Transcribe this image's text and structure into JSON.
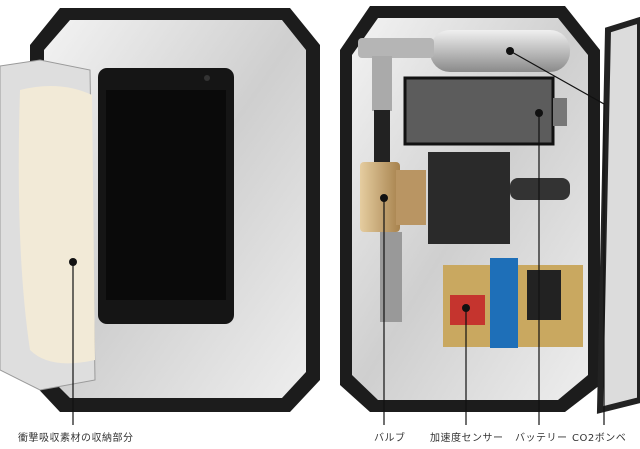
{
  "labels": {
    "storage": "衝撃吸収素材の収納部分",
    "valve": "バルブ",
    "sensor": "加速度センサー",
    "battery": "バッテリー",
    "co2": "CO2ボンベ"
  },
  "colors": {
    "case": "#1c1c1c",
    "lining": "#d9d9d9",
    "brass": "#c8a672",
    "pcb": "#c9a860",
    "arduino": "#1e6fb8"
  }
}
